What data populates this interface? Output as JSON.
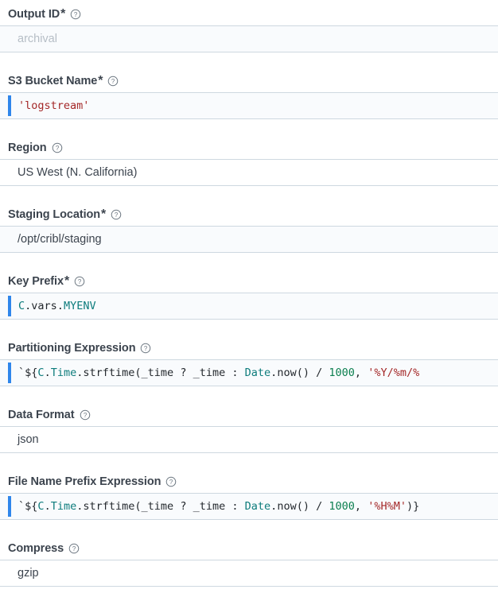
{
  "form": {
    "fields": [
      {
        "key": "output_id",
        "label": "Output ID",
        "required": true,
        "help": "help-icon",
        "type": "text",
        "value": "",
        "placeholder": "archival"
      },
      {
        "key": "s3_bucket_name",
        "label": "S3 Bucket Name",
        "required": true,
        "help": "help-icon",
        "type": "code",
        "value": "'logstream'"
      },
      {
        "key": "region",
        "label": "Region",
        "required": false,
        "help": "help-icon",
        "type": "select",
        "value": "US West (N. California)"
      },
      {
        "key": "staging_location",
        "label": "Staging Location",
        "required": true,
        "help": "help-icon",
        "type": "text",
        "value": "/opt/cribl/staging"
      },
      {
        "key": "key_prefix",
        "label": "Key Prefix",
        "required": true,
        "help": "help-icon",
        "type": "code",
        "value": "C.vars.MYENV"
      },
      {
        "key": "partitioning_expression",
        "label": "Partitioning Expression",
        "required": false,
        "help": "help-icon",
        "type": "code",
        "value": "`${C.Time.strftime(_time ? _time : Date.now() / 1000, '%Y/%m/%"
      },
      {
        "key": "data_format",
        "label": "Data Format",
        "required": false,
        "help": "help-icon",
        "type": "select",
        "value": "json"
      },
      {
        "key": "file_name_prefix_expression",
        "label": "File Name Prefix Expression",
        "required": false,
        "help": "help-icon",
        "type": "code",
        "value": "`${C.Time.strftime(_time ? _time : Date.now() / 1000, '%H%M')}"
      },
      {
        "key": "compress",
        "label": "Compress",
        "required": false,
        "help": "help-icon",
        "type": "select",
        "value": "gzip"
      }
    ],
    "required_marker": "*",
    "colors": {
      "label": "#3c444e",
      "border": "#ced8e0",
      "input_tint": "#f9fbfd",
      "placeholder": "#b6bec6",
      "caret": "#2f86eb",
      "token_string": "#a42828",
      "token_identifier": "#0d7c7c",
      "token_number": "#0d8050",
      "token_plain": "#24292e"
    }
  }
}
